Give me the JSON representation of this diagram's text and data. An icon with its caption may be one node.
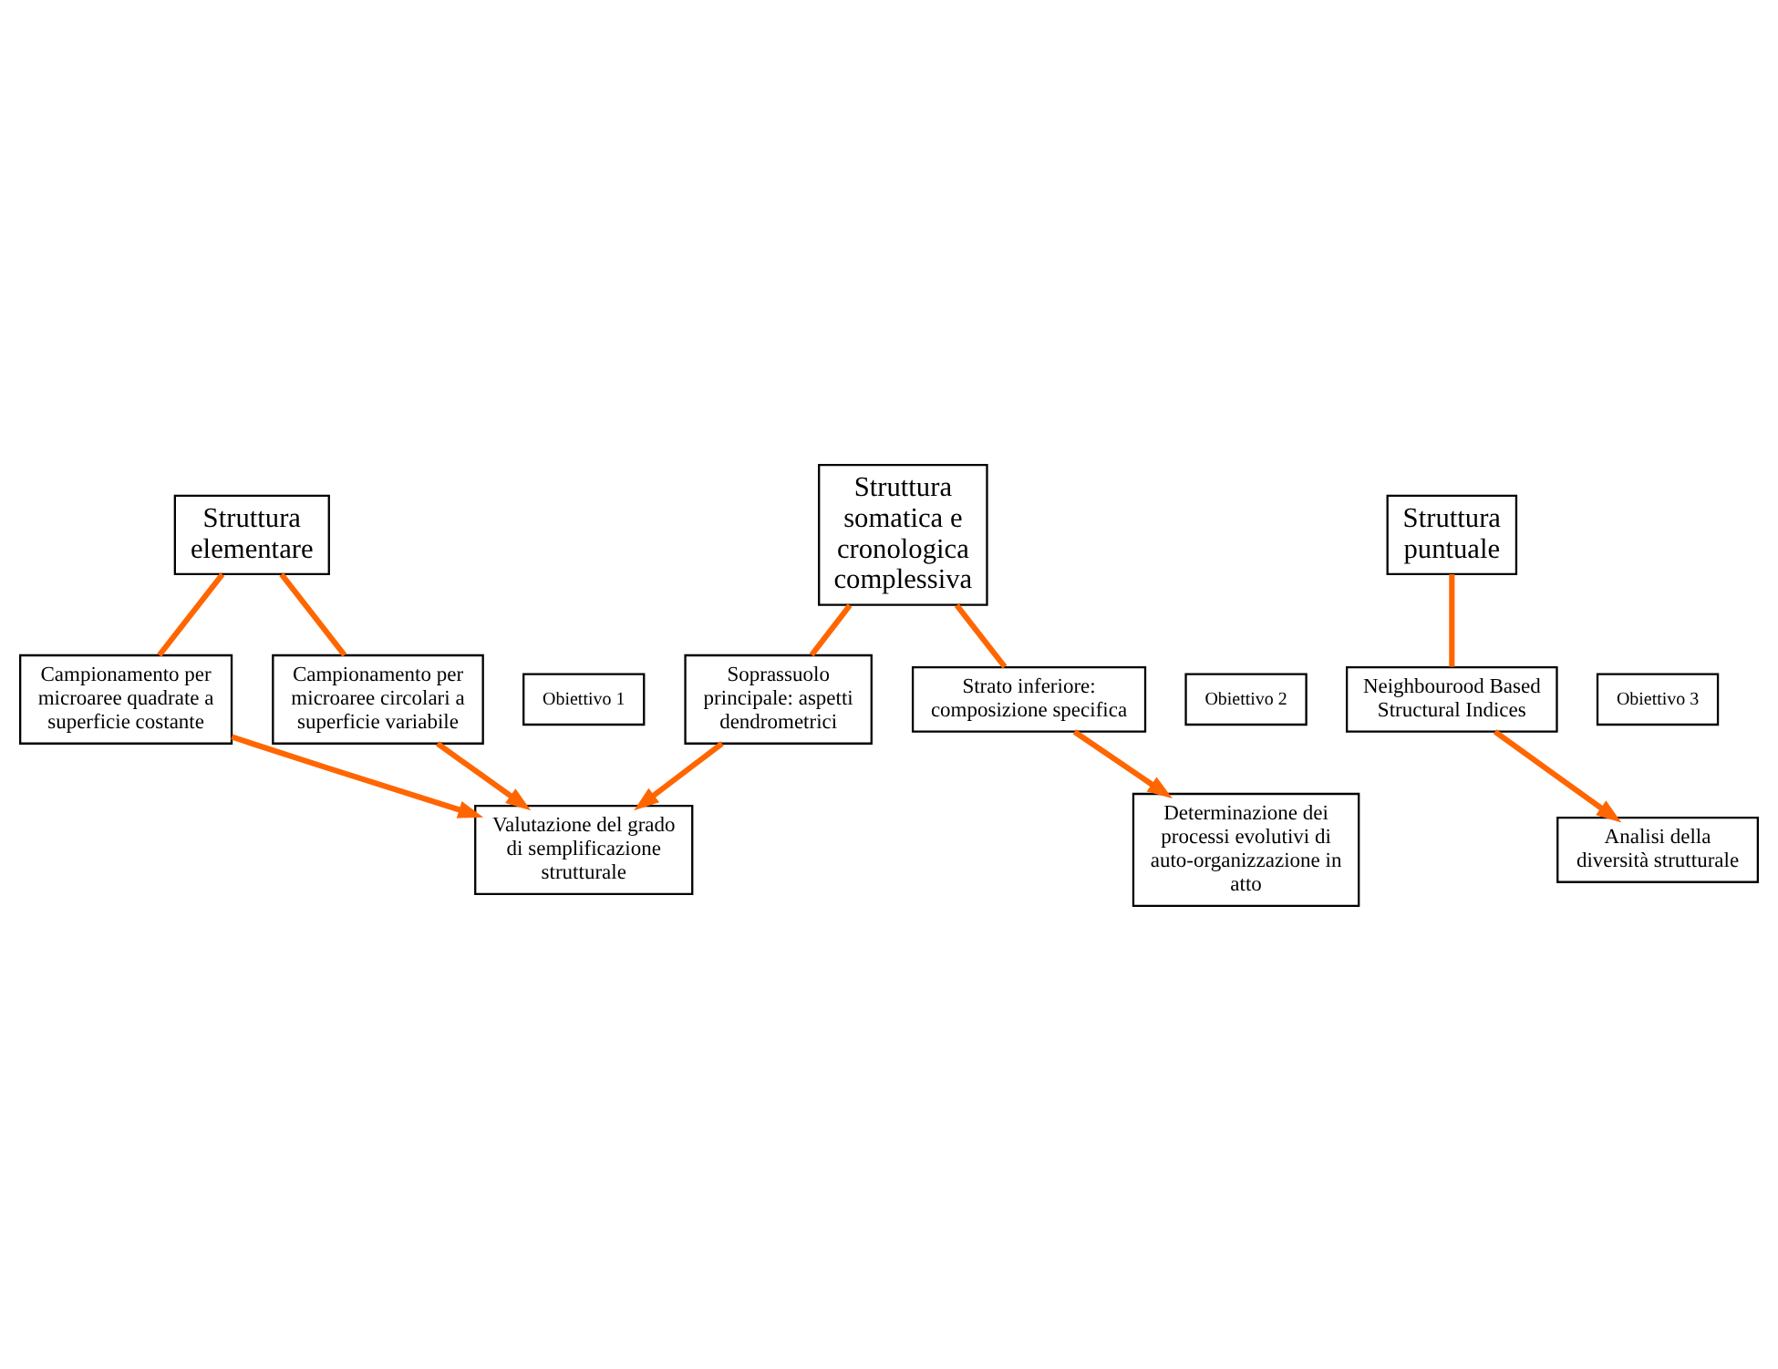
{
  "diagram": {
    "nodes": [
      {
        "text": [
          "Struttura somatica e cronologica complessiva"
        ]
      },
      {
        "text": [
          "Obiettivo 2"
        ]
      },
      {
        "text": [
          "Determinazione dei processi evolutivi di auto-organizzazione in atto"
        ]
      },
      {
        "text": [
          "Soprassuolo principale: aspetti dendrometrici"
        ]
      },
      {
        "text": [
          "Strato inferiore: composizione specifica"
        ]
      },
      {
        "text": [
          "Struttura elementare"
        ]
      },
      {
        "text": [
          "Campionamento per microaree quadrate a superficie costante"
        ]
      },
      {
        "text": [
          "Campionamento per microaree circolari a superficie variabile"
        ]
      },
      {
        "text": [
          "Struttura puntuale"
        ]
      },
      {
        "text": [
          "Neighbourood Based Structural Indices"
        ]
      },
      {
        "text": [
          "Obiettivo 1"
        ]
      },
      {
        "text": [
          "Valutazione del grado di semplificazione strutturale"
        ]
      },
      {
        "text": [
          "Obiettivo 3"
        ]
      },
      {
        "text": [
          "Analisi della diversità strutturale"
        ]
      }
    ],
    "edges": [
      {
        "from": 0,
        "to": 3,
        "arrow": "none"
      },
      {
        "from": 0,
        "to": 4,
        "arrow": "none"
      },
      {
        "from": 4,
        "to": 2,
        "arrow": "to"
      },
      {
        "from": 5,
        "to": 6,
        "arrow": "none"
      },
      {
        "from": 5,
        "to": 7,
        "arrow": "none"
      },
      {
        "from": 3,
        "to": 11,
        "arrow": "to"
      },
      {
        "from": 6,
        "to": 11,
        "arrow": "to"
      },
      {
        "from": 7,
        "to": 11,
        "arrow": "to"
      },
      {
        "from": 8,
        "to": 9,
        "arrow": "none"
      },
      {
        "from": 9,
        "to": 13,
        "arrow": "to"
      }
    ]
  }
}
